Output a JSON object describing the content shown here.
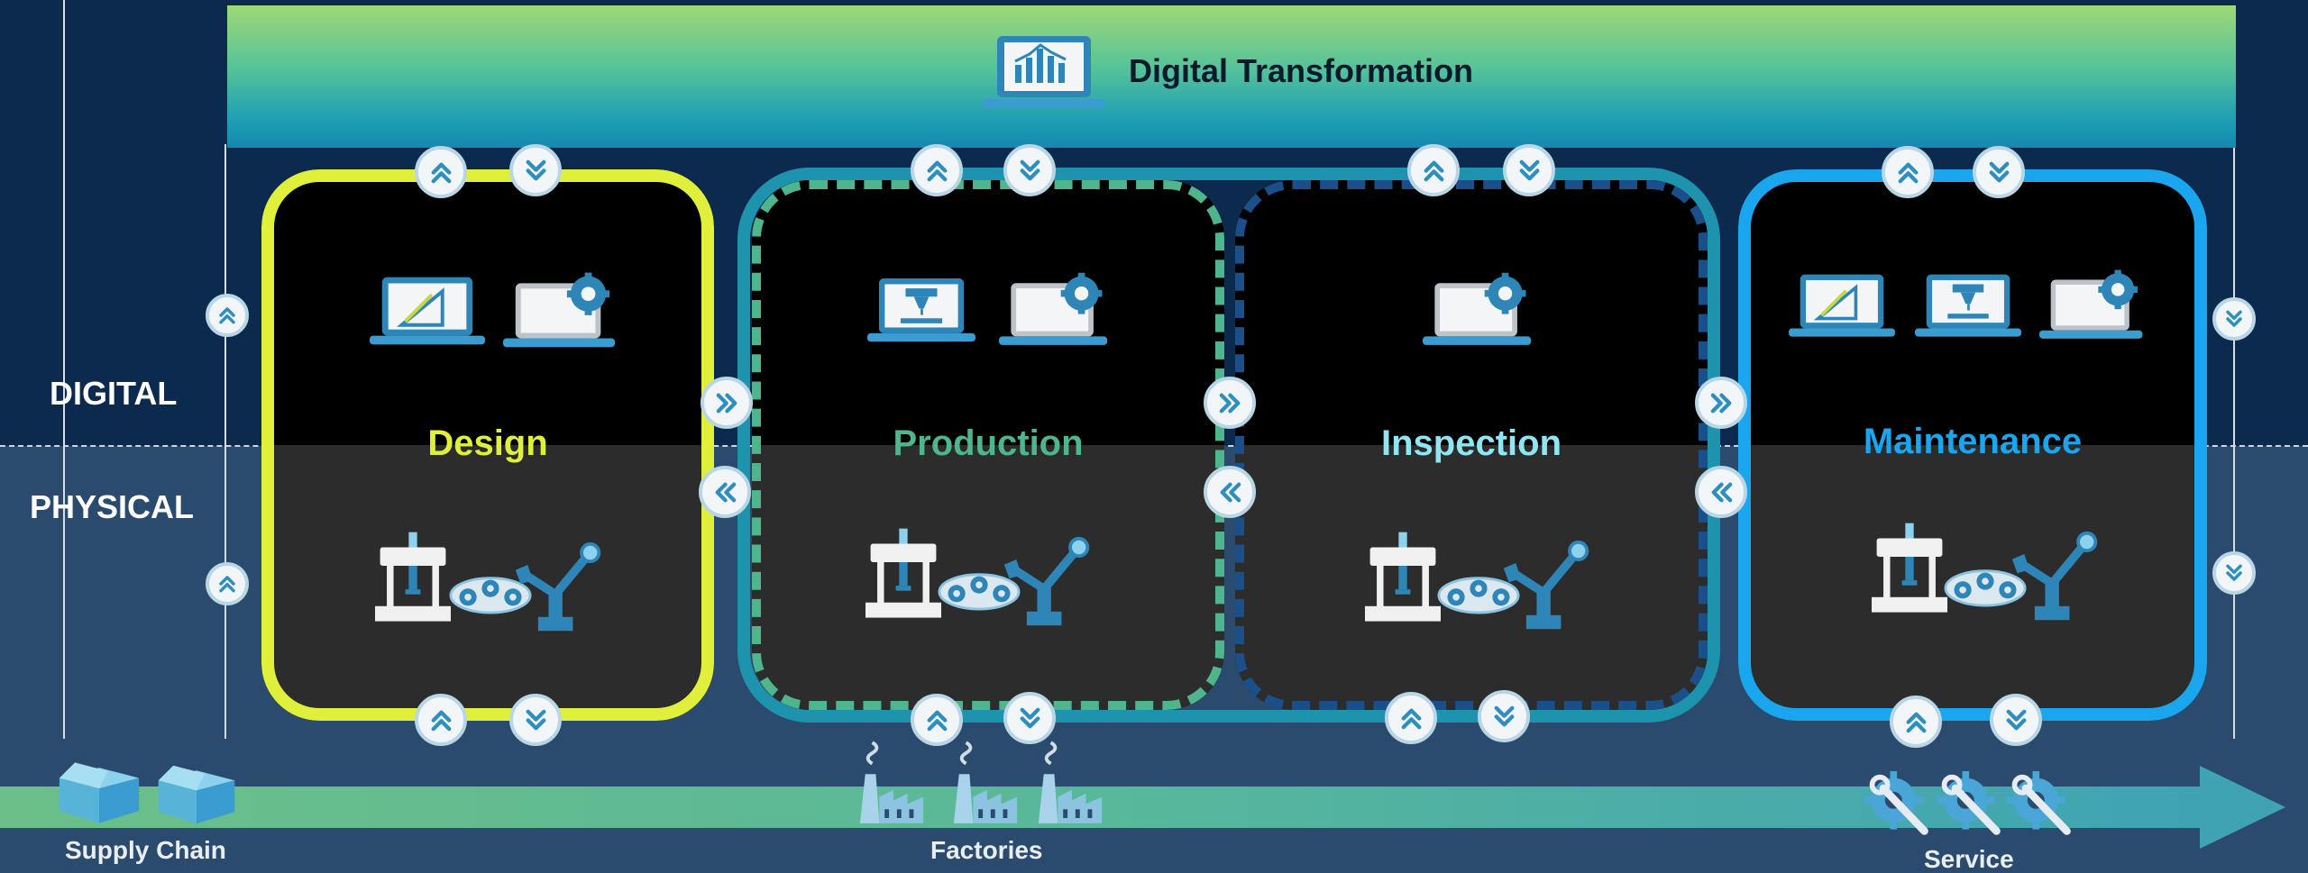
{
  "banner": {
    "title": "Digital Transformation",
    "icon": "analytics-laptop-icon"
  },
  "side_labels": {
    "digital": "DIGITAL",
    "physical": "PHYSICAL"
  },
  "stages": [
    {
      "id": "design",
      "title": "Design",
      "color": "#e0f03a",
      "frame": "solid",
      "digital_icons": [
        "design-laptop-icon",
        "settings-laptop-icon"
      ]
    },
    {
      "id": "production",
      "title": "Production",
      "color": "#4fb58c",
      "frame": "dashed",
      "digital_icons": [
        "printer-laptop-icon",
        "settings-laptop-icon"
      ]
    },
    {
      "id": "inspection",
      "title": "Inspection",
      "color": "#8fe6f2",
      "frame": "dashed",
      "digital_icons": [
        "settings-laptop-icon"
      ]
    },
    {
      "id": "maintenance",
      "title": "Maintenance",
      "color": "#1aa6ee",
      "frame": "solid",
      "digital_icons": [
        "design-laptop-icon",
        "printer-laptop-icon",
        "settings-laptop-icon"
      ]
    }
  ],
  "physical_icons": [
    "press-machine-icon",
    "conveyor-icon",
    "robot-arm-icon"
  ],
  "bottom": {
    "labels": {
      "supply_chain": "Supply Chain",
      "factories": "Factories",
      "service": "Service"
    },
    "icons": [
      "box-icon",
      "factory-icon",
      "wrench-gear-icon"
    ]
  },
  "colors": {
    "node_fill": "#f3f6f9",
    "node_arrow": "#2e8fbf",
    "group_frame": "#1e93ad"
  }
}
